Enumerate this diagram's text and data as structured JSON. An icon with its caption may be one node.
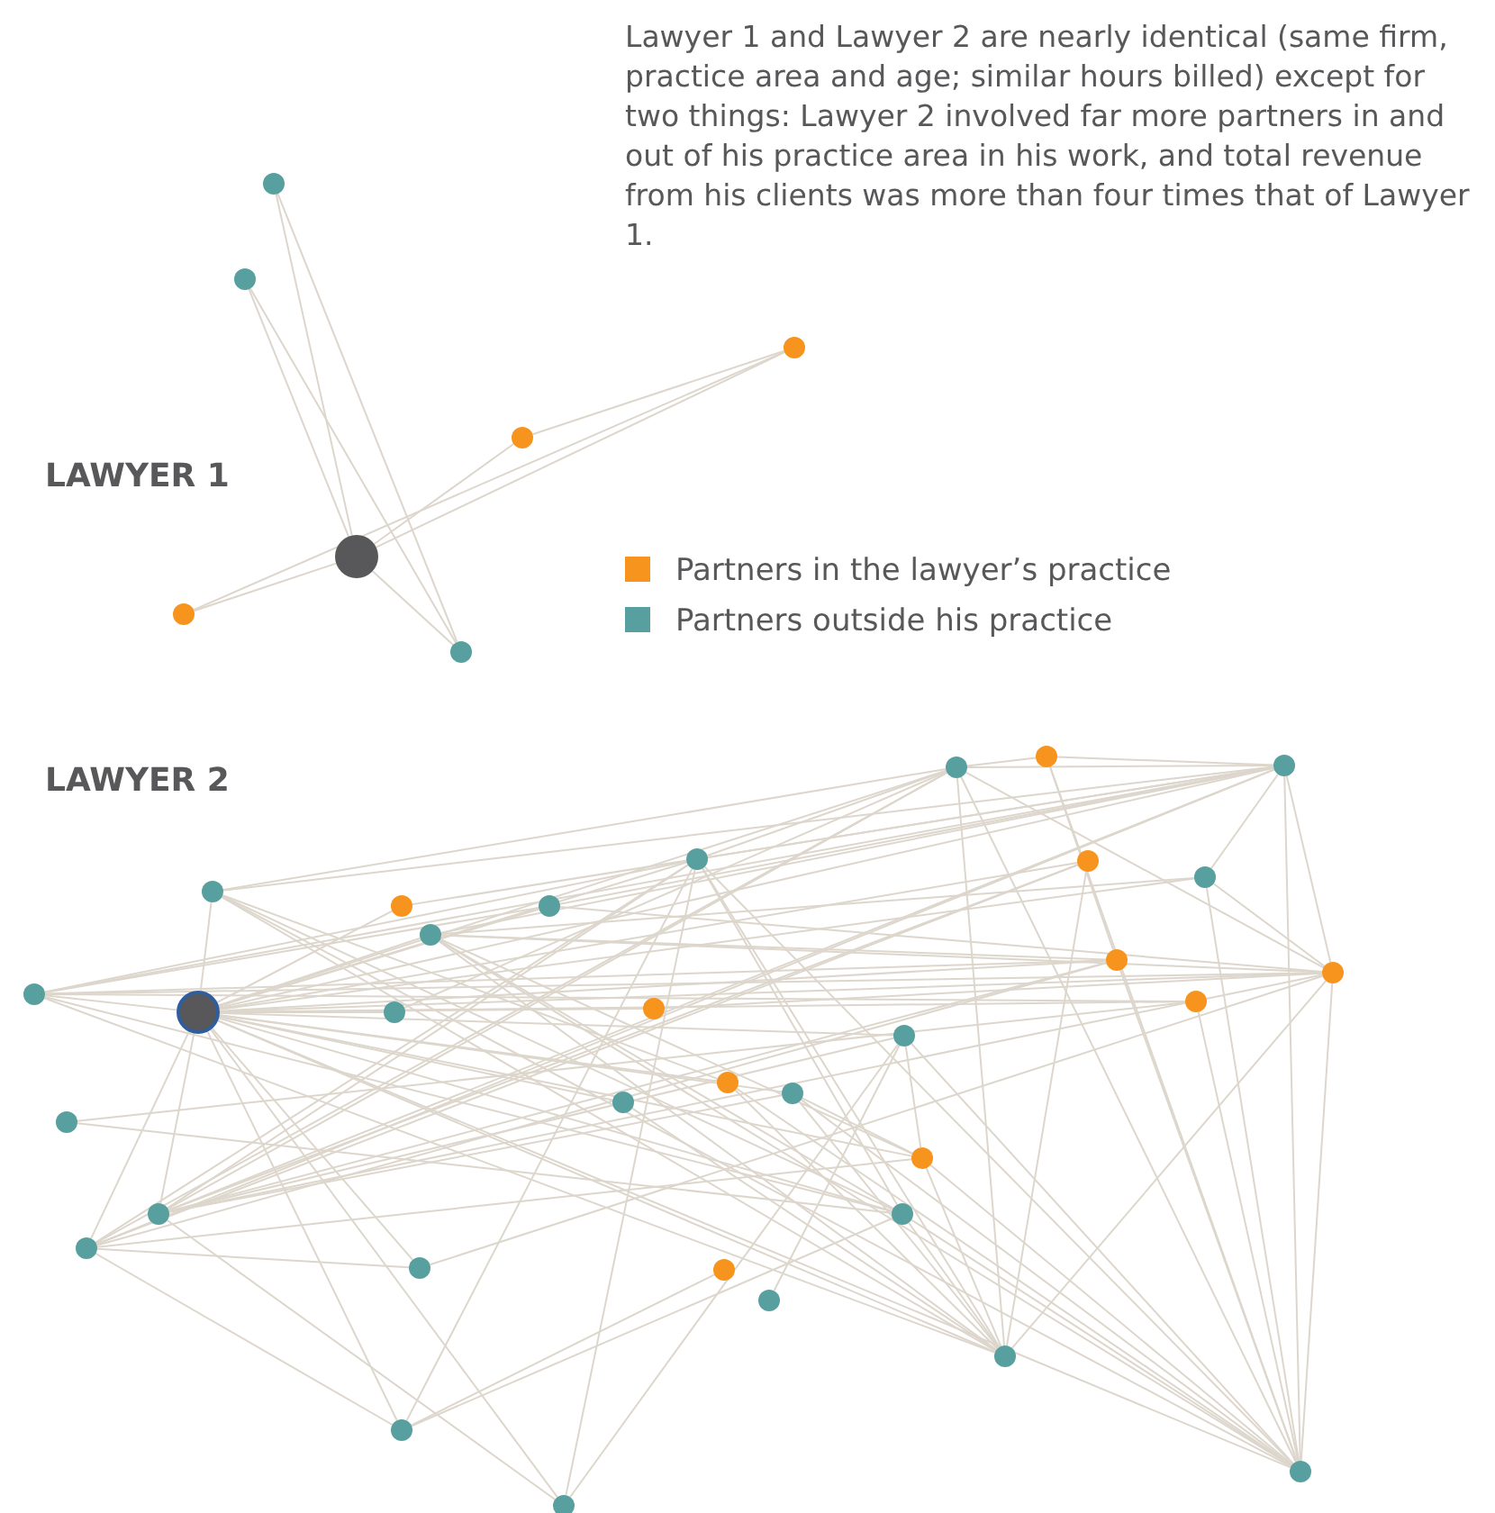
{
  "diagram": {
    "nodes": [
      {
        "text": [],
        "shape": "circle"
      },
      {
        "text": [],
        "shape": "circle"
      },
      {
        "text": [],
        "shape": "circle"
      },
      {
        "text": [],
        "shape": "circle"
      },
      {
        "text": [],
        "shape": "circle"
      },
      {
        "text": [],
        "shape": "circle"
      },
      {
        "text": [],
        "shape": "circle"
      },
      {
        "text": [],
        "shape": "circle"
      },
      {
        "text": [],
        "shape": "circle"
      },
      {
        "text": [],
        "shape": "circle"
      },
      {
        "text": [],
        "shape": "circle"
      },
      {
        "text": [],
        "shape": "circle"
      },
      {
        "text": [],
        "shape": "circle"
      },
      {
        "text": [],
        "shape": "circle"
      },
      {
        "text": [],
        "shape": "circle"
      },
      {
        "text": [],
        "shape": "circle"
      },
      {
        "text": [],
        "shape": "circle"
      },
      {
        "text": [],
        "shape": "circle"
      },
      {
        "text": [],
        "shape": "circle"
      },
      {
        "text": [],
        "shape": "circle"
      },
      {
        "text": [],
        "shape": "circle"
      },
      {
        "text": [],
        "shape": "circle"
      },
      {
        "text": [],
        "shape": "circle"
      },
      {
        "text": [],
        "shape": "circle"
      },
      {
        "text": [],
        "shape": "circle"
      },
      {
        "text": [],
        "shape": "circle"
      },
      {
        "text": [],
        "shape": "circle"
      },
      {
        "text": [],
        "shape": "circle"
      },
      {
        "text": [],
        "shape": "circle"
      },
      {
        "text": [],
        "shape": "circle"
      },
      {
        "text": [],
        "shape": "circle"
      },
      {
        "text": [],
        "shape": "circle"
      },
      {
        "text": [],
        "shape": "circle"
      },
      {
        "text": [],
        "shape": "circle"
      },
      {
        "text": [],
        "shape": "circle"
      },
      {
        "text": [],
        "shape": "circle"
      },
      {
        "text": [],
        "shape": "circle"
      },
      {
        "text": [],
        "shape": "circle"
      },
      {
        "text": [],
        "shape": "circle"
      },
      {
        "text": [],
        "shape": "circle"
      }
    ],
    "edges": [
      {
        "from": 4,
        "to": 0,
        "arrow": "none"
      },
      {
        "from": 4,
        "to": 1,
        "arrow": "none"
      },
      {
        "from": 4,
        "to": 3,
        "arrow": "none"
      },
      {
        "from": 4,
        "to": 2,
        "arrow": "none"
      },
      {
        "from": 4,
        "to": 5,
        "arrow": "none"
      },
      {
        "from": 4,
        "to": 6,
        "arrow": "none"
      },
      {
        "from": 0,
        "to": 6,
        "arrow": "none"
      },
      {
        "from": 1,
        "to": 6,
        "arrow": "none"
      },
      {
        "from": 3,
        "to": 2,
        "arrow": "none"
      },
      {
        "from": 2,
        "to": 5,
        "arrow": "none"
      },
      {
        "from": 7,
        "to": 8,
        "arrow": "none"
      },
      {
        "from": 7,
        "to": 9,
        "arrow": "none"
      },
      {
        "from": 7,
        "to": 10,
        "arrow": "none"
      },
      {
        "from": 7,
        "to": 11,
        "arrow": "none"
      },
      {
        "from": 7,
        "to": 12,
        "arrow": "none"
      },
      {
        "from": 7,
        "to": 13,
        "arrow": "none"
      },
      {
        "from": 7,
        "to": 14,
        "arrow": "none"
      },
      {
        "from": 7,
        "to": 15,
        "arrow": "none"
      },
      {
        "from": 7,
        "to": 17,
        "arrow": "none"
      },
      {
        "from": 7,
        "to": 18,
        "arrow": "none"
      },
      {
        "from": 7,
        "to": 19,
        "arrow": "none"
      },
      {
        "from": 7,
        "to": 20,
        "arrow": "none"
      },
      {
        "from": 7,
        "to": 21,
        "arrow": "none"
      },
      {
        "from": 7,
        "to": 22,
        "arrow": "none"
      },
      {
        "from": 7,
        "to": 23,
        "arrow": "none"
      },
      {
        "from": 7,
        "to": 24,
        "arrow": "none"
      },
      {
        "from": 7,
        "to": 25,
        "arrow": "none"
      },
      {
        "from": 7,
        "to": 26,
        "arrow": "none"
      },
      {
        "from": 7,
        "to": 27,
        "arrow": "none"
      },
      {
        "from": 7,
        "to": 28,
        "arrow": "none"
      },
      {
        "from": 7,
        "to": 30,
        "arrow": "none"
      },
      {
        "from": 7,
        "to": 31,
        "arrow": "none"
      },
      {
        "from": 7,
        "to": 32,
        "arrow": "none"
      },
      {
        "from": 7,
        "to": 33,
        "arrow": "none"
      },
      {
        "from": 7,
        "to": 36,
        "arrow": "none"
      },
      {
        "from": 7,
        "to": 38,
        "arrow": "none"
      },
      {
        "from": 7,
        "to": 37,
        "arrow": "none"
      },
      {
        "from": 7,
        "to": 39,
        "arrow": "none"
      },
      {
        "from": 8,
        "to": 14,
        "arrow": "none"
      },
      {
        "from": 8,
        "to": 17,
        "arrow": "none"
      },
      {
        "from": 8,
        "to": 12,
        "arrow": "none"
      },
      {
        "from": 8,
        "to": 21,
        "arrow": "none"
      },
      {
        "from": 8,
        "to": 20,
        "arrow": "none"
      },
      {
        "from": 8,
        "to": 22,
        "arrow": "none"
      },
      {
        "from": 8,
        "to": 36,
        "arrow": "none"
      },
      {
        "from": 8,
        "to": 33,
        "arrow": "none"
      },
      {
        "from": 9,
        "to": 15,
        "arrow": "none"
      },
      {
        "from": 9,
        "to": 17,
        "arrow": "none"
      },
      {
        "from": 9,
        "to": 33,
        "arrow": "none"
      },
      {
        "from": 9,
        "to": 25,
        "arrow": "none"
      },
      {
        "from": 9,
        "to": 36,
        "arrow": "none"
      },
      {
        "from": 9,
        "to": 38,
        "arrow": "none"
      },
      {
        "from": 11,
        "to": 21,
        "arrow": "none"
      },
      {
        "from": 11,
        "to": 17,
        "arrow": "none"
      },
      {
        "from": 11,
        "to": 19,
        "arrow": "none"
      },
      {
        "from": 11,
        "to": 20,
        "arrow": "none"
      },
      {
        "from": 11,
        "to": 36,
        "arrow": "none"
      },
      {
        "from": 11,
        "to": 38,
        "arrow": "none"
      },
      {
        "from": 11,
        "to": 28,
        "arrow": "none"
      },
      {
        "from": 11,
        "to": 33,
        "arrow": "none"
      },
      {
        "from": 14,
        "to": 15,
        "arrow": "none"
      },
      {
        "from": 14,
        "to": 17,
        "arrow": "none"
      },
      {
        "from": 14,
        "to": 37,
        "arrow": "none"
      },
      {
        "from": 14,
        "to": 39,
        "arrow": "none"
      },
      {
        "from": 14,
        "to": 36,
        "arrow": "none"
      },
      {
        "from": 14,
        "to": 33,
        "arrow": "none"
      },
      {
        "from": 14,
        "to": 38,
        "arrow": "none"
      },
      {
        "from": 14,
        "to": 31,
        "arrow": "none"
      },
      {
        "from": 14,
        "to": 30,
        "arrow": "none"
      },
      {
        "from": 15,
        "to": 16,
        "arrow": "none"
      },
      {
        "from": 15,
        "to": 17,
        "arrow": "none"
      },
      {
        "from": 15,
        "to": 21,
        "arrow": "none"
      },
      {
        "from": 15,
        "to": 36,
        "arrow": "none"
      },
      {
        "from": 15,
        "to": 38,
        "arrow": "none"
      },
      {
        "from": 15,
        "to": 31,
        "arrow": "none"
      },
      {
        "from": 15,
        "to": 30,
        "arrow": "none"
      },
      {
        "from": 16,
        "to": 17,
        "arrow": "none"
      },
      {
        "from": 16,
        "to": 20,
        "arrow": "none"
      },
      {
        "from": 16,
        "to": 38,
        "arrow": "none"
      },
      {
        "from": 17,
        "to": 19,
        "arrow": "none"
      },
      {
        "from": 17,
        "to": 21,
        "arrow": "none"
      },
      {
        "from": 17,
        "to": 38,
        "arrow": "none"
      },
      {
        "from": 17,
        "to": 10,
        "arrow": "none"
      },
      {
        "from": 17,
        "to": 12,
        "arrow": "none"
      },
      {
        "from": 17,
        "to": 30,
        "arrow": "none"
      },
      {
        "from": 17,
        "to": 31,
        "arrow": "none"
      },
      {
        "from": 19,
        "to": 21,
        "arrow": "none"
      },
      {
        "from": 19,
        "to": 38,
        "arrow": "none"
      },
      {
        "from": 18,
        "to": 31,
        "arrow": "none"
      },
      {
        "from": 18,
        "to": 36,
        "arrow": "none"
      },
      {
        "from": 18,
        "to": 30,
        "arrow": "none"
      },
      {
        "from": 20,
        "to": 31,
        "arrow": "none"
      },
      {
        "from": 20,
        "to": 30,
        "arrow": "none"
      },
      {
        "from": 20,
        "to": 38,
        "arrow": "none"
      },
      {
        "from": 21,
        "to": 30,
        "arrow": "none"
      },
      {
        "from": 21,
        "to": 32,
        "arrow": "none"
      },
      {
        "from": 21,
        "to": 36,
        "arrow": "none"
      },
      {
        "from": 21,
        "to": 38,
        "arrow": "none"
      },
      {
        "from": 21,
        "to": 12,
        "arrow": "none"
      },
      {
        "from": 21,
        "to": 23,
        "arrow": "none"
      },
      {
        "from": 22,
        "to": 29,
        "arrow": "none"
      },
      {
        "from": 22,
        "to": 38,
        "arrow": "none"
      },
      {
        "from": 24,
        "to": 30,
        "arrow": "none"
      },
      {
        "from": 24,
        "to": 35,
        "arrow": "none"
      },
      {
        "from": 24,
        "to": 38,
        "arrow": "none"
      },
      {
        "from": 24,
        "to": 28,
        "arrow": "none"
      },
      {
        "from": 27,
        "to": 28,
        "arrow": "none"
      },
      {
        "from": 27,
        "to": 36,
        "arrow": "none"
      },
      {
        "from": 27,
        "to": 38,
        "arrow": "none"
      },
      {
        "from": 27,
        "to": 30,
        "arrow": "none"
      },
      {
        "from": 28,
        "to": 31,
        "arrow": "none"
      },
      {
        "from": 28,
        "to": 36,
        "arrow": "none"
      },
      {
        "from": 28,
        "to": 38,
        "arrow": "none"
      },
      {
        "from": 31,
        "to": 32,
        "arrow": "none"
      },
      {
        "from": 31,
        "to": 37,
        "arrow": "none"
      },
      {
        "from": 29,
        "to": 33,
        "arrow": "none"
      },
      {
        "from": 37,
        "to": 34,
        "arrow": "none"
      },
      {
        "from": 37,
        "to": 33,
        "arrow": "none"
      },
      {
        "from": 39,
        "to": 30,
        "arrow": "none"
      },
      {
        "from": 39,
        "to": 24,
        "arrow": "none"
      },
      {
        "from": 25,
        "to": 36,
        "arrow": "none"
      },
      {
        "from": 25,
        "to": 38,
        "arrow": "none"
      },
      {
        "from": 26,
        "to": 36,
        "arrow": "none"
      },
      {
        "from": 33,
        "to": 36,
        "arrow": "none"
      },
      {
        "from": 33,
        "to": 38,
        "arrow": "none"
      },
      {
        "from": 13,
        "to": 15,
        "arrow": "none"
      }
    ],
    "labels": [
      "Lawyer 1 and Lawyer 2 are nearly identical (same firm, practice area and age; similar hours billed) except for two things: Lawyer 2 involved far more partners in and out of his practice area in his work, and total revenue from his clients was more than four times that of Lawyer 1.",
      "LAWYER 1",
      "LAWYER 2"
    ],
    "legend": [
      {
        "text": "Partners in the lawyer’s practice",
        "color": "#f7941d"
      },
      {
        "text": "Partners outside his practice",
        "color": "#58a09f"
      }
    ]
  }
}
